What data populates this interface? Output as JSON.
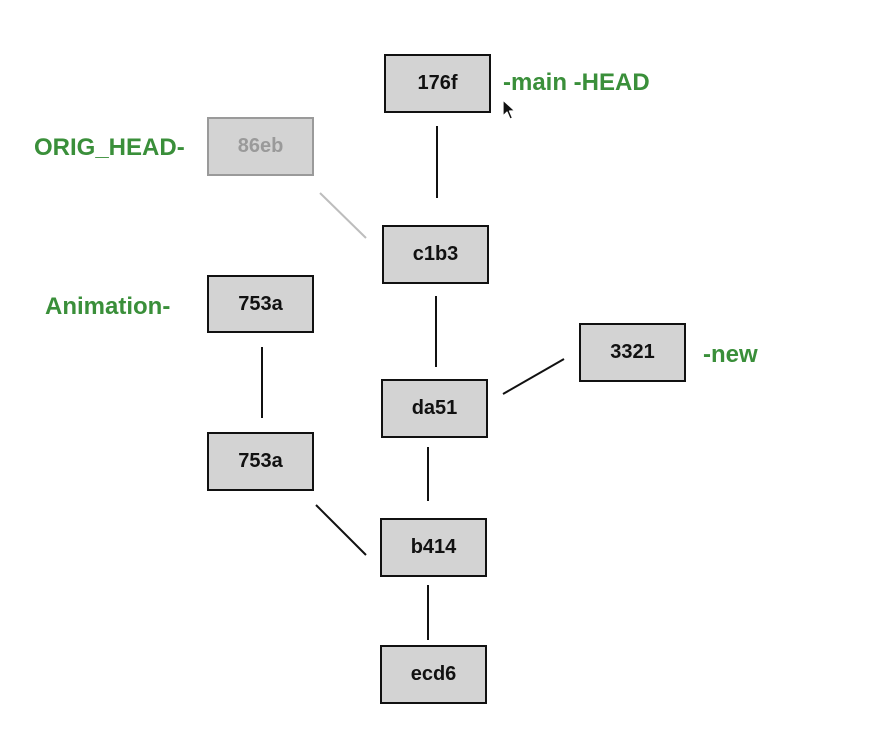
{
  "colors": {
    "ref_label": "#3a8f3a",
    "commit_fill": "#d3d3d3",
    "commit_border": "#111111",
    "ghost": "#9a9a9a",
    "edge": "#111111",
    "ghost_edge": "#bdbdbd"
  },
  "commits": [
    {
      "id": "c176f",
      "label": "176f",
      "ghost": false
    },
    {
      "id": "c86eb",
      "label": "86eb",
      "ghost": true
    },
    {
      "id": "cc1b3",
      "label": "c1b3",
      "ghost": false
    },
    {
      "id": "c753a_top",
      "label": "753a",
      "ghost": false
    },
    {
      "id": "c3321",
      "label": "3321",
      "ghost": false
    },
    {
      "id": "cda51",
      "label": "da51",
      "ghost": false
    },
    {
      "id": "c753a_bottom",
      "label": "753a",
      "ghost": false
    },
    {
      "id": "cb414",
      "label": "b414",
      "ghost": false
    },
    {
      "id": "cecd6",
      "label": "ecd6",
      "ghost": false
    }
  ],
  "edges": [
    {
      "from": "c176f",
      "to": "cc1b3",
      "ghost": false
    },
    {
      "from": "c86eb",
      "to": "cc1b3",
      "ghost": true
    },
    {
      "from": "cc1b3",
      "to": "cda51",
      "ghost": false
    },
    {
      "from": "c3321",
      "to": "cda51",
      "ghost": false
    },
    {
      "from": "cda51",
      "to": "cb414",
      "ghost": false
    },
    {
      "from": "c753a_top",
      "to": "c753a_bottom",
      "ghost": false
    },
    {
      "from": "c753a_bottom",
      "to": "cb414",
      "ghost": false
    },
    {
      "from": "cb414",
      "to": "cecd6",
      "ghost": false
    }
  ],
  "refs": {
    "main_head": "-main -HEAD",
    "orig_head": "ORIG_HEAD-",
    "animation": "Animation-",
    "new": "-new"
  },
  "cursor": {
    "icon": "mouse-pointer-icon"
  }
}
